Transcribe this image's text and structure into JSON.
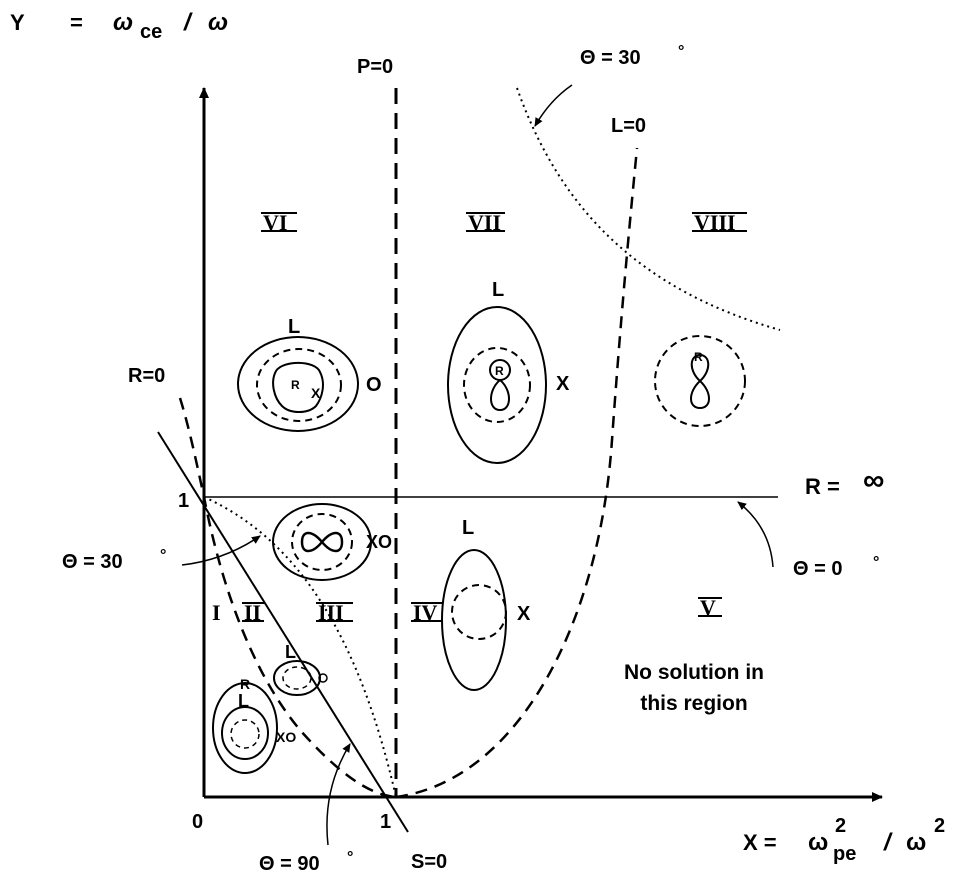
{
  "y_axis": {
    "symbol": "Y",
    "eq": "=",
    "num": "ω",
    "num_sub": "ce",
    "slash": "/",
    "den": "ω"
  },
  "x_axis": {
    "lhs": "X =",
    "num": "ω",
    "num_sup": "2",
    "num_sub": "pe",
    "slash": "/",
    "den": "ω",
    "den_sup": "2"
  },
  "ticks": {
    "origin": "0",
    "x_one": "1",
    "y_one": "1"
  },
  "cutoffs": {
    "p_zero": "P=0",
    "l_zero": "L=0",
    "r_zero": "R=0",
    "s_zero": "S=0",
    "r_infinity": "R =",
    "infinity_symbol": "∞"
  },
  "angles": {
    "theta30_top": "Θ = 30",
    "theta30_left": "Θ = 30",
    "theta0": "Θ = 0",
    "theta90": "Θ = 90",
    "degree": "°"
  },
  "regions": [
    "I",
    "II",
    "III",
    "IV",
    "V",
    "VI",
    "VII",
    "VIII"
  ],
  "surface_labels": {
    "L": "L",
    "R": "R",
    "O": "O",
    "X": "X",
    "XO": "XO"
  },
  "note": {
    "line1": "No solution in",
    "line2": "this region"
  }
}
